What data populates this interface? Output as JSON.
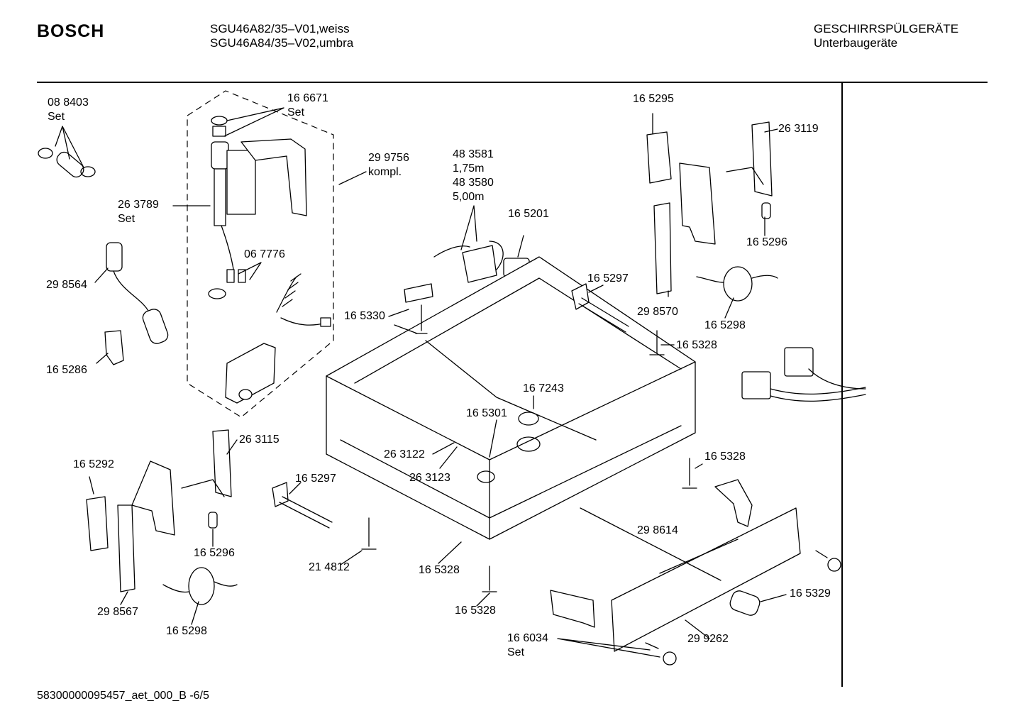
{
  "header": {
    "brand": "BOSCH",
    "models": [
      "SGU46A82/35–V01,weiss",
      "SGU46A84/35–V02,umbra"
    ],
    "category": [
      "GESCHIRRSPÜLGERÄTE",
      "Unterbaugeräte"
    ]
  },
  "footer": {
    "doc_id": "58300000095457_aet_000_B  -6/5"
  },
  "parts": [
    {
      "lines": [
        "08 8403",
        "Set"
      ]
    },
    {
      "lines": [
        "16 6671",
        "Set"
      ]
    },
    {
      "lines": [
        "29 9756",
        "kompl."
      ]
    },
    {
      "lines": [
        "26 3789",
        "Set"
      ]
    },
    {
      "lines": [
        "06 7776"
      ]
    },
    {
      "lines": [
        "29 8564"
      ]
    },
    {
      "lines": [
        "16 5286"
      ]
    },
    {
      "lines": [
        "48 3581",
        "1,75m",
        "48 3580",
        "5,00m"
      ]
    },
    {
      "lines": [
        "16 5201"
      ]
    },
    {
      "lines": [
        "16 5330"
      ]
    },
    {
      "lines": [
        "16 5295"
      ]
    },
    {
      "lines": [
        "26 3119"
      ]
    },
    {
      "lines": [
        "16 5296"
      ]
    },
    {
      "lines": [
        "16 5297"
      ]
    },
    {
      "lines": [
        "29 8570"
      ]
    },
    {
      "lines": [
        "16 5298"
      ]
    },
    {
      "lines": [
        "16 5328"
      ]
    },
    {
      "lines": [
        "16 7243"
      ]
    },
    {
      "lines": [
        "16 5301"
      ]
    },
    {
      "lines": [
        "26 3122"
      ]
    },
    {
      "lines": [
        "26 3123"
      ]
    },
    {
      "lines": [
        "26 3115"
      ]
    },
    {
      "lines": [
        "16 5292"
      ]
    },
    {
      "lines": [
        "16 5297"
      ]
    },
    {
      "lines": [
        "16 5296"
      ]
    },
    {
      "lines": [
        "29 8567"
      ]
    },
    {
      "lines": [
        "16 5298"
      ]
    },
    {
      "lines": [
        "16 5328"
      ]
    },
    {
      "lines": [
        "21 4812"
      ]
    },
    {
      "lines": [
        "16 5328"
      ]
    },
    {
      "lines": [
        "16 5328"
      ]
    },
    {
      "lines": [
        "29 8614"
      ]
    },
    {
      "lines": [
        "16 5329"
      ]
    },
    {
      "lines": [
        "29 9262"
      ]
    },
    {
      "lines": [
        "16 6034",
        "Set"
      ]
    }
  ]
}
